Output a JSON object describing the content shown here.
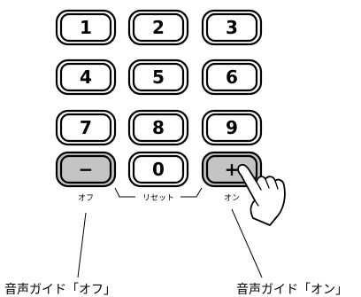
{
  "keypad": {
    "keys": [
      {
        "label": "1",
        "gray": false
      },
      {
        "label": "2",
        "gray": false
      },
      {
        "label": "3",
        "gray": false
      },
      {
        "label": "4",
        "gray": false
      },
      {
        "label": "5",
        "gray": false
      },
      {
        "label": "6",
        "gray": false
      },
      {
        "label": "7",
        "gray": false
      },
      {
        "label": "8",
        "gray": false
      },
      {
        "label": "9",
        "gray": false
      },
      {
        "label": "−",
        "gray": true
      },
      {
        "label": "0",
        "gray": false
      },
      {
        "label": "+",
        "gray": true
      }
    ]
  },
  "labels": {
    "off_small": "オフ",
    "reset": "リセット",
    "on_small": "オン",
    "voice_guide_off": "音声ガイド「オフ」",
    "voice_guide_on": "音声ガイド「オン」"
  },
  "colors": {
    "gray_key": "#c4c4c4",
    "outline": "#000000"
  },
  "icons": {
    "pointer": "pointing-hand-icon"
  }
}
